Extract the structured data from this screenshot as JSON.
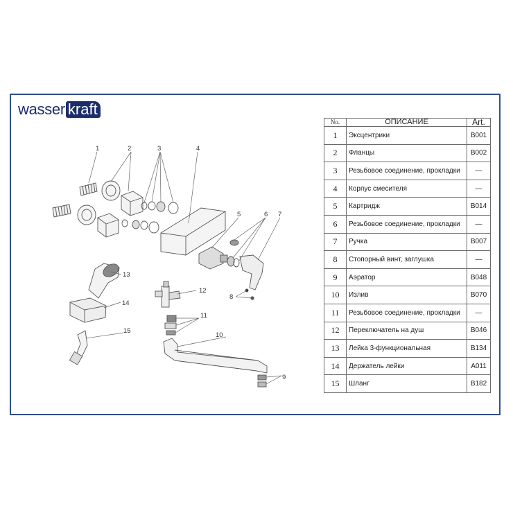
{
  "brand": {
    "prefix": "wasser",
    "highlight": "kraft",
    "color": "#1d2d6b"
  },
  "table": {
    "headers": {
      "no": "No.",
      "desc": "ОПИСАНИЕ",
      "art": "Art."
    },
    "rows": [
      {
        "no": "1",
        "desc": "Эксцентрики",
        "art": "B001"
      },
      {
        "no": "2",
        "desc": "Фланцы",
        "art": "B002"
      },
      {
        "no": "3",
        "desc": "Резьбовое соединение, прокладки",
        "art": "—"
      },
      {
        "no": "4",
        "desc": "Корпус смесителя",
        "art": "—"
      },
      {
        "no": "5",
        "desc": "Картридж",
        "art": "B014"
      },
      {
        "no": "6",
        "desc": "Резьбовое соединение, прокладки",
        "art": "—"
      },
      {
        "no": "7",
        "desc": "Ручка",
        "art": "B007"
      },
      {
        "no": "8",
        "desc": "Стопорный винт, заглушка",
        "art": "—"
      },
      {
        "no": "9",
        "desc": "Аэратор",
        "art": "B048"
      },
      {
        "no": "10",
        "desc": "Излив",
        "art": "B070"
      },
      {
        "no": "11",
        "desc": "Резьбовое соединение, прокладки",
        "art": "—"
      },
      {
        "no": "12",
        "desc": "Переключатель на душ",
        "art": "B046"
      },
      {
        "no": "13",
        "desc": "Лейка 3-функциональная",
        "art": "B134"
      },
      {
        "no": "14",
        "desc": "Держатель лейки",
        "art": "A011"
      },
      {
        "no": "15",
        "desc": "Шланг",
        "art": "B182"
      }
    ]
  },
  "callouts": [
    "1",
    "2",
    "3",
    "4",
    "5",
    "6",
    "7",
    "8",
    "9",
    "10",
    "11",
    "12",
    "13",
    "14",
    "15"
  ]
}
